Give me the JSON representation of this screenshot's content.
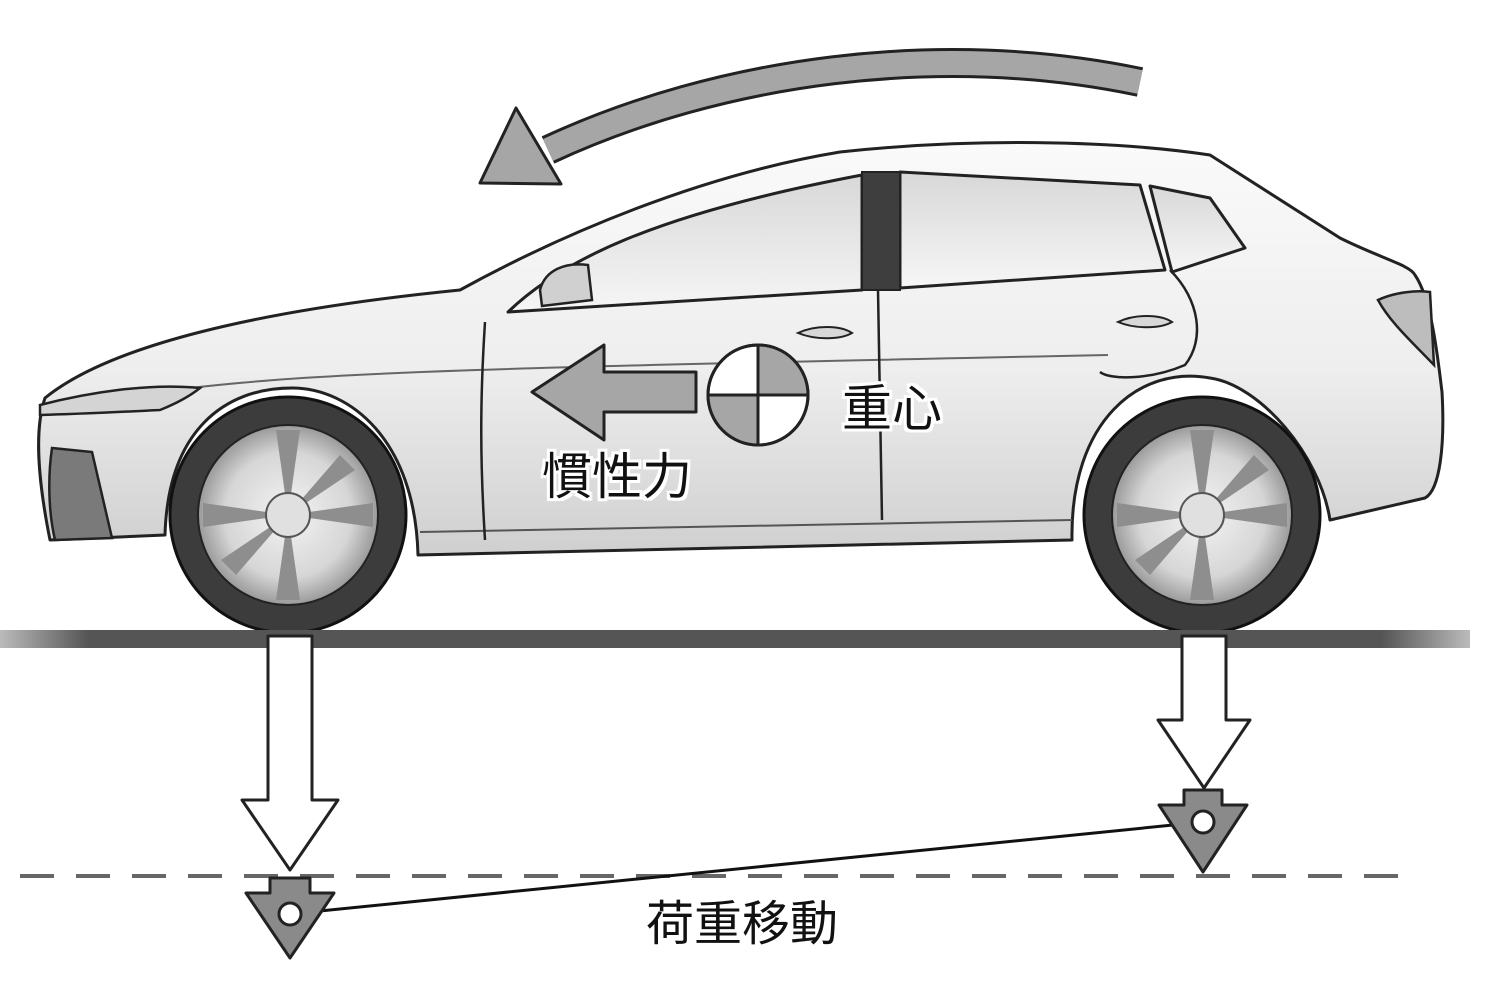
{
  "labels": {
    "center_of_gravity": "重心",
    "inertial_force": "慣性力",
    "load_transfer": "荷重移動"
  },
  "colors": {
    "background": "#ffffff",
    "outline": "#222222",
    "arrow_fill": "#a6a6a6",
    "ground": "#555555",
    "tire": "#3c3c3c"
  },
  "icons": {
    "cog_marker": "center-of-gravity-symbol",
    "pitch_arrow": "curved-arrow-left",
    "inertia_arrow": "arrow-left"
  }
}
